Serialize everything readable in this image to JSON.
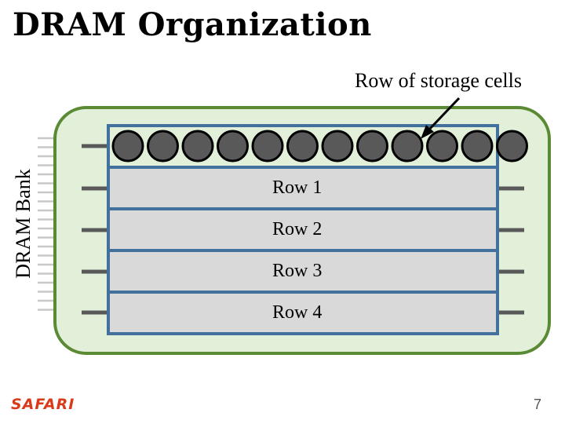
{
  "title": "DRAM Organization",
  "callout": "Row of storage cells",
  "bank_label": "DRAM Bank",
  "rows": [
    "Row 1",
    "Row 2",
    "Row 3",
    "Row 4"
  ],
  "storage_cell_count": 12,
  "logo": "SAFARI",
  "page_number": "7",
  "colors": {
    "bank_fill": "#e2efd9",
    "bank_border": "#5b8a35",
    "row_fill": "#d9d9d9",
    "row_border": "#41719c",
    "cell_fill": "#595959",
    "wire": "#595959",
    "logo": "#d93a1a"
  }
}
